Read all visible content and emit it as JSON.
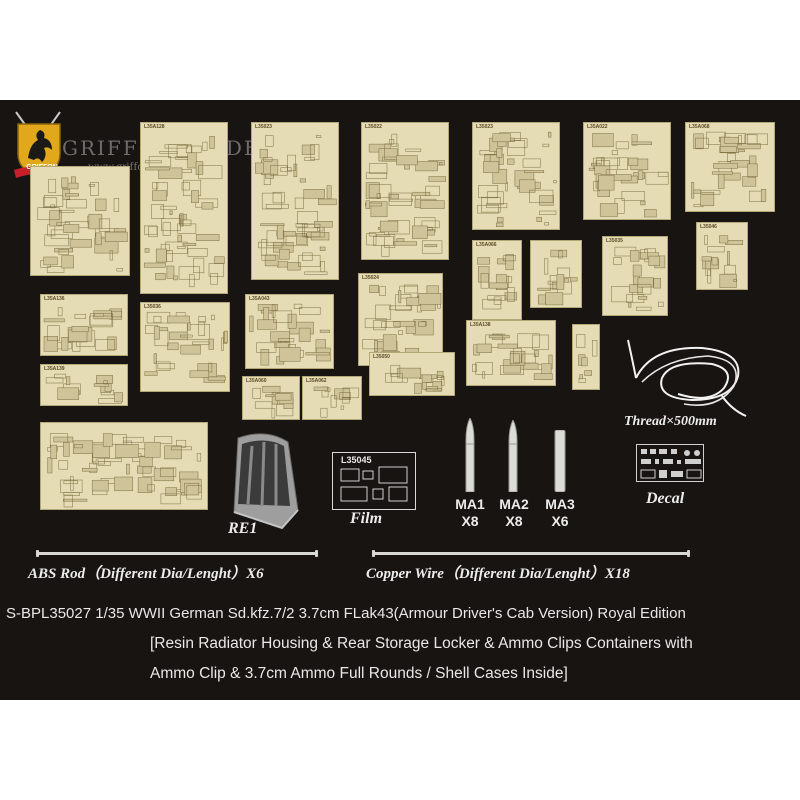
{
  "brand": {
    "name": "GRIFFON MODEL",
    "url": "www.griffonmodel.com",
    "badge": "GRIFFON"
  },
  "sheets": [
    {
      "id": "s1",
      "code": ""
    },
    {
      "id": "s2",
      "code": "L35A128"
    },
    {
      "id": "s3",
      "code": "L35023"
    },
    {
      "id": "s4",
      "code": "L35022"
    },
    {
      "id": "s5",
      "code": "L35023"
    },
    {
      "id": "s6",
      "code": "L35A022"
    },
    {
      "id": "s7",
      "code": "L35A068"
    },
    {
      "id": "s8",
      "code": "L35A136"
    },
    {
      "id": "s9",
      "code": "L35036"
    },
    {
      "id": "s10",
      "code": "L35A043"
    },
    {
      "id": "s11",
      "code": "L35024"
    },
    {
      "id": "s12",
      "code": "L35A066"
    },
    {
      "id": "s13",
      "code": ""
    },
    {
      "id": "s14",
      "code": "L35035"
    },
    {
      "id": "s15",
      "code": "L35046"
    },
    {
      "id": "s16",
      "code": "L35A139"
    },
    {
      "id": "s17",
      "code": "L35A060"
    },
    {
      "id": "s18",
      "code": "L35A062"
    },
    {
      "id": "s19",
      "code": "L35050"
    },
    {
      "id": "s20",
      "code": "L35A138"
    },
    {
      "id": "s21",
      "code": ""
    },
    {
      "id": "s22",
      "code": ""
    }
  ],
  "labels": {
    "resin": "RE1",
    "film": "Film",
    "film_code": "L35045",
    "thread": "Thread×500mm",
    "decal": "Decal",
    "abs_rod": "ABS Rod（Different Dia/Lenght）X6",
    "copper_wire": "Copper Wire（Different Dia/Lenght）X18"
  },
  "ammo": [
    {
      "name": "MA1",
      "qty": "X8"
    },
    {
      "name": "MA2",
      "qty": "X8"
    },
    {
      "name": "MA3",
      "qty": "X6"
    }
  ],
  "description": {
    "line1": "S-BPL35027  1/35  WWII German Sd.kfz.7/2 3.7cm FLak43(Armour Driver's Cab Version)  Royal Edition",
    "line2": "[Resin Radiator Housing & Rear Storage Locker & Ammo Clips Containers  with",
    "line3": "Ammo Clip & 3.7cm Ammo Full Rounds / Shell Cases Inside]"
  },
  "colors": {
    "background": "#171411",
    "brass": "#e5dcb6",
    "text": "#ececec"
  }
}
